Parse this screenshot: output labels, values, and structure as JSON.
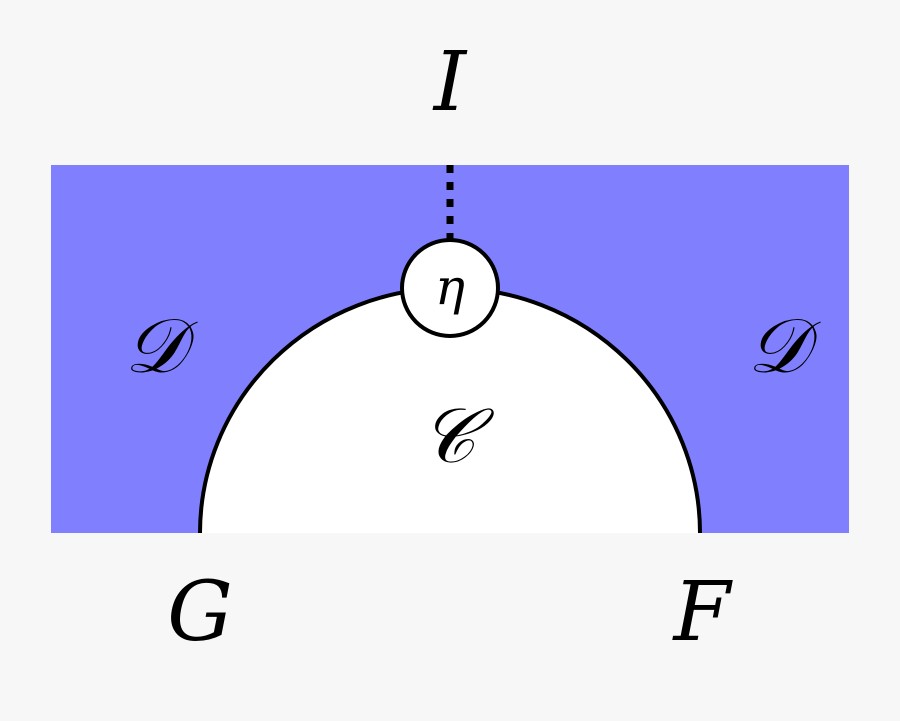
{
  "diagram": {
    "labels": {
      "top": "I",
      "left_region": "𝒟",
      "right_region": "𝒟",
      "inner_region": "𝒞",
      "node": "η",
      "bottom_left": "G",
      "bottom_right": "F"
    },
    "colors": {
      "background": "#f7f7f7",
      "region_fill": "#8080ff",
      "inner_fill": "#ffffff",
      "stroke": "#000000"
    }
  }
}
